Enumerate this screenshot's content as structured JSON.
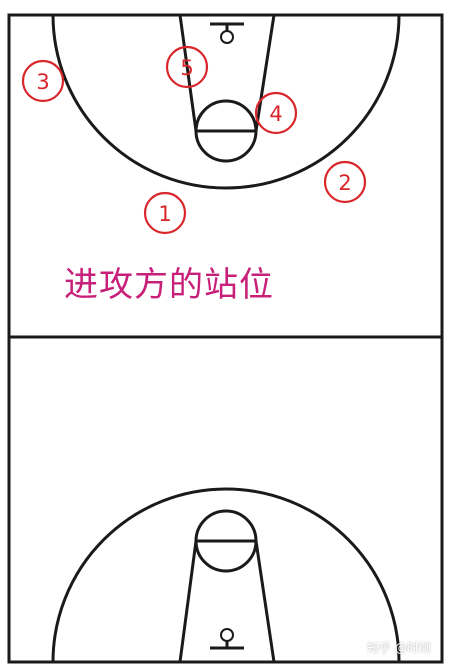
{
  "diagram": {
    "caption": "进攻方的站位",
    "watermark": "知乎 @时倾"
  },
  "positions": [
    {
      "label": "①",
      "name": "player-1"
    },
    {
      "label": "②",
      "name": "player-2"
    },
    {
      "label": "③",
      "name": "player-3"
    },
    {
      "label": "④",
      "name": "player-4"
    },
    {
      "label": "⑤",
      "name": "player-5"
    }
  ],
  "colors": {
    "court_lines": "#1a1a1a",
    "markers": "#d8262b",
    "caption": "#c8207a",
    "background": "#ffffff"
  }
}
